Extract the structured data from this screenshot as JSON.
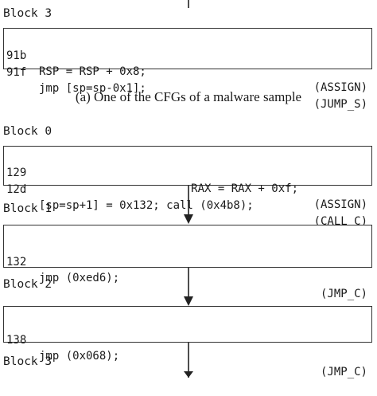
{
  "sample_a": {
    "block3_label": "Block 3",
    "block3_rows": [
      {
        "addr": "91b",
        "code": "RSP = RSP + 0x8;",
        "tag": "(ASSIGN)"
      },
      {
        "addr": "91f",
        "code": "jmp [sp=sp-0x1];",
        "tag": "(JUMP_S)"
      }
    ]
  },
  "caption": "(a) One of the CFGs of a malware sample",
  "sample_b": {
    "block0_label": "Block 0",
    "block0_rows": [
      {
        "addr": "129",
        "code": "RAX = RAX + 0xf;",
        "tag": "(ASSIGN)"
      },
      {
        "addr": "12d",
        "code": "[sp=sp+1] = 0x132; call (0x4b8);",
        "tag": "(CALL_C)"
      }
    ],
    "block1_label": "Block 1",
    "block1_rows": [
      {
        "addr": "132",
        "code": "jmp (0xed6);",
        "tag": "(JMP_C)"
      }
    ],
    "block2_label": "Block 2",
    "block2_rows": [
      {
        "addr": "138",
        "code": "jmp (0x068);",
        "tag": "(JMP_C)"
      }
    ],
    "block3_label": "Block 3"
  }
}
